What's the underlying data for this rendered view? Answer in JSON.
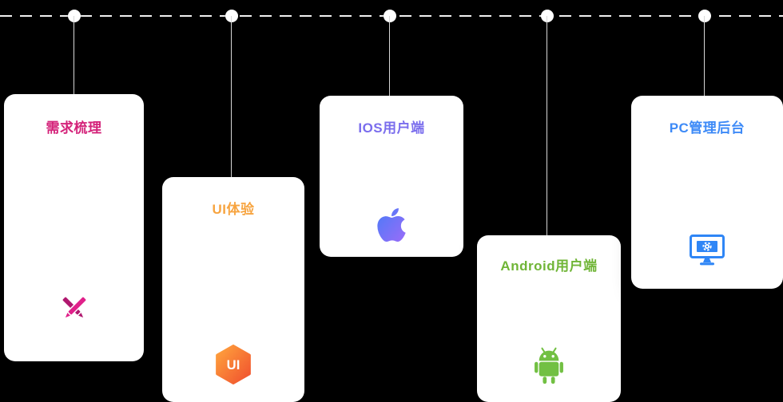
{
  "page": {
    "background_color": "#000000"
  },
  "timeline": {
    "line_color": "#f0f0f0",
    "node_color": "#ffffff",
    "node_count": 5
  },
  "cards": [
    {
      "title": "需求梳理",
      "title_color": "#d4237a",
      "icon": "crossed-pens-icon",
      "icon_colors": [
        "#e0218a",
        "#b0186f"
      ]
    },
    {
      "title": "UI体验",
      "title_color": "#f7a440",
      "icon": "ui-hexagon-icon",
      "icon_label": "UI",
      "icon_colors": [
        "#ffa53d",
        "#f04f2e"
      ]
    },
    {
      "title": "IOS用户端",
      "title_color": "#7a6ded",
      "icon": "apple-icon",
      "icon_colors": [
        "#4a7bf7",
        "#9a6cf9"
      ]
    },
    {
      "title": "Android用户端",
      "title_color": "#70b537",
      "icon": "android-robot-icon",
      "icon_colors": [
        "#72c043"
      ]
    },
    {
      "title": "PC管理后台",
      "title_color": "#3d8af7",
      "icon": "monitor-gear-icon",
      "icon_colors": [
        "#2f86f6"
      ]
    }
  ]
}
